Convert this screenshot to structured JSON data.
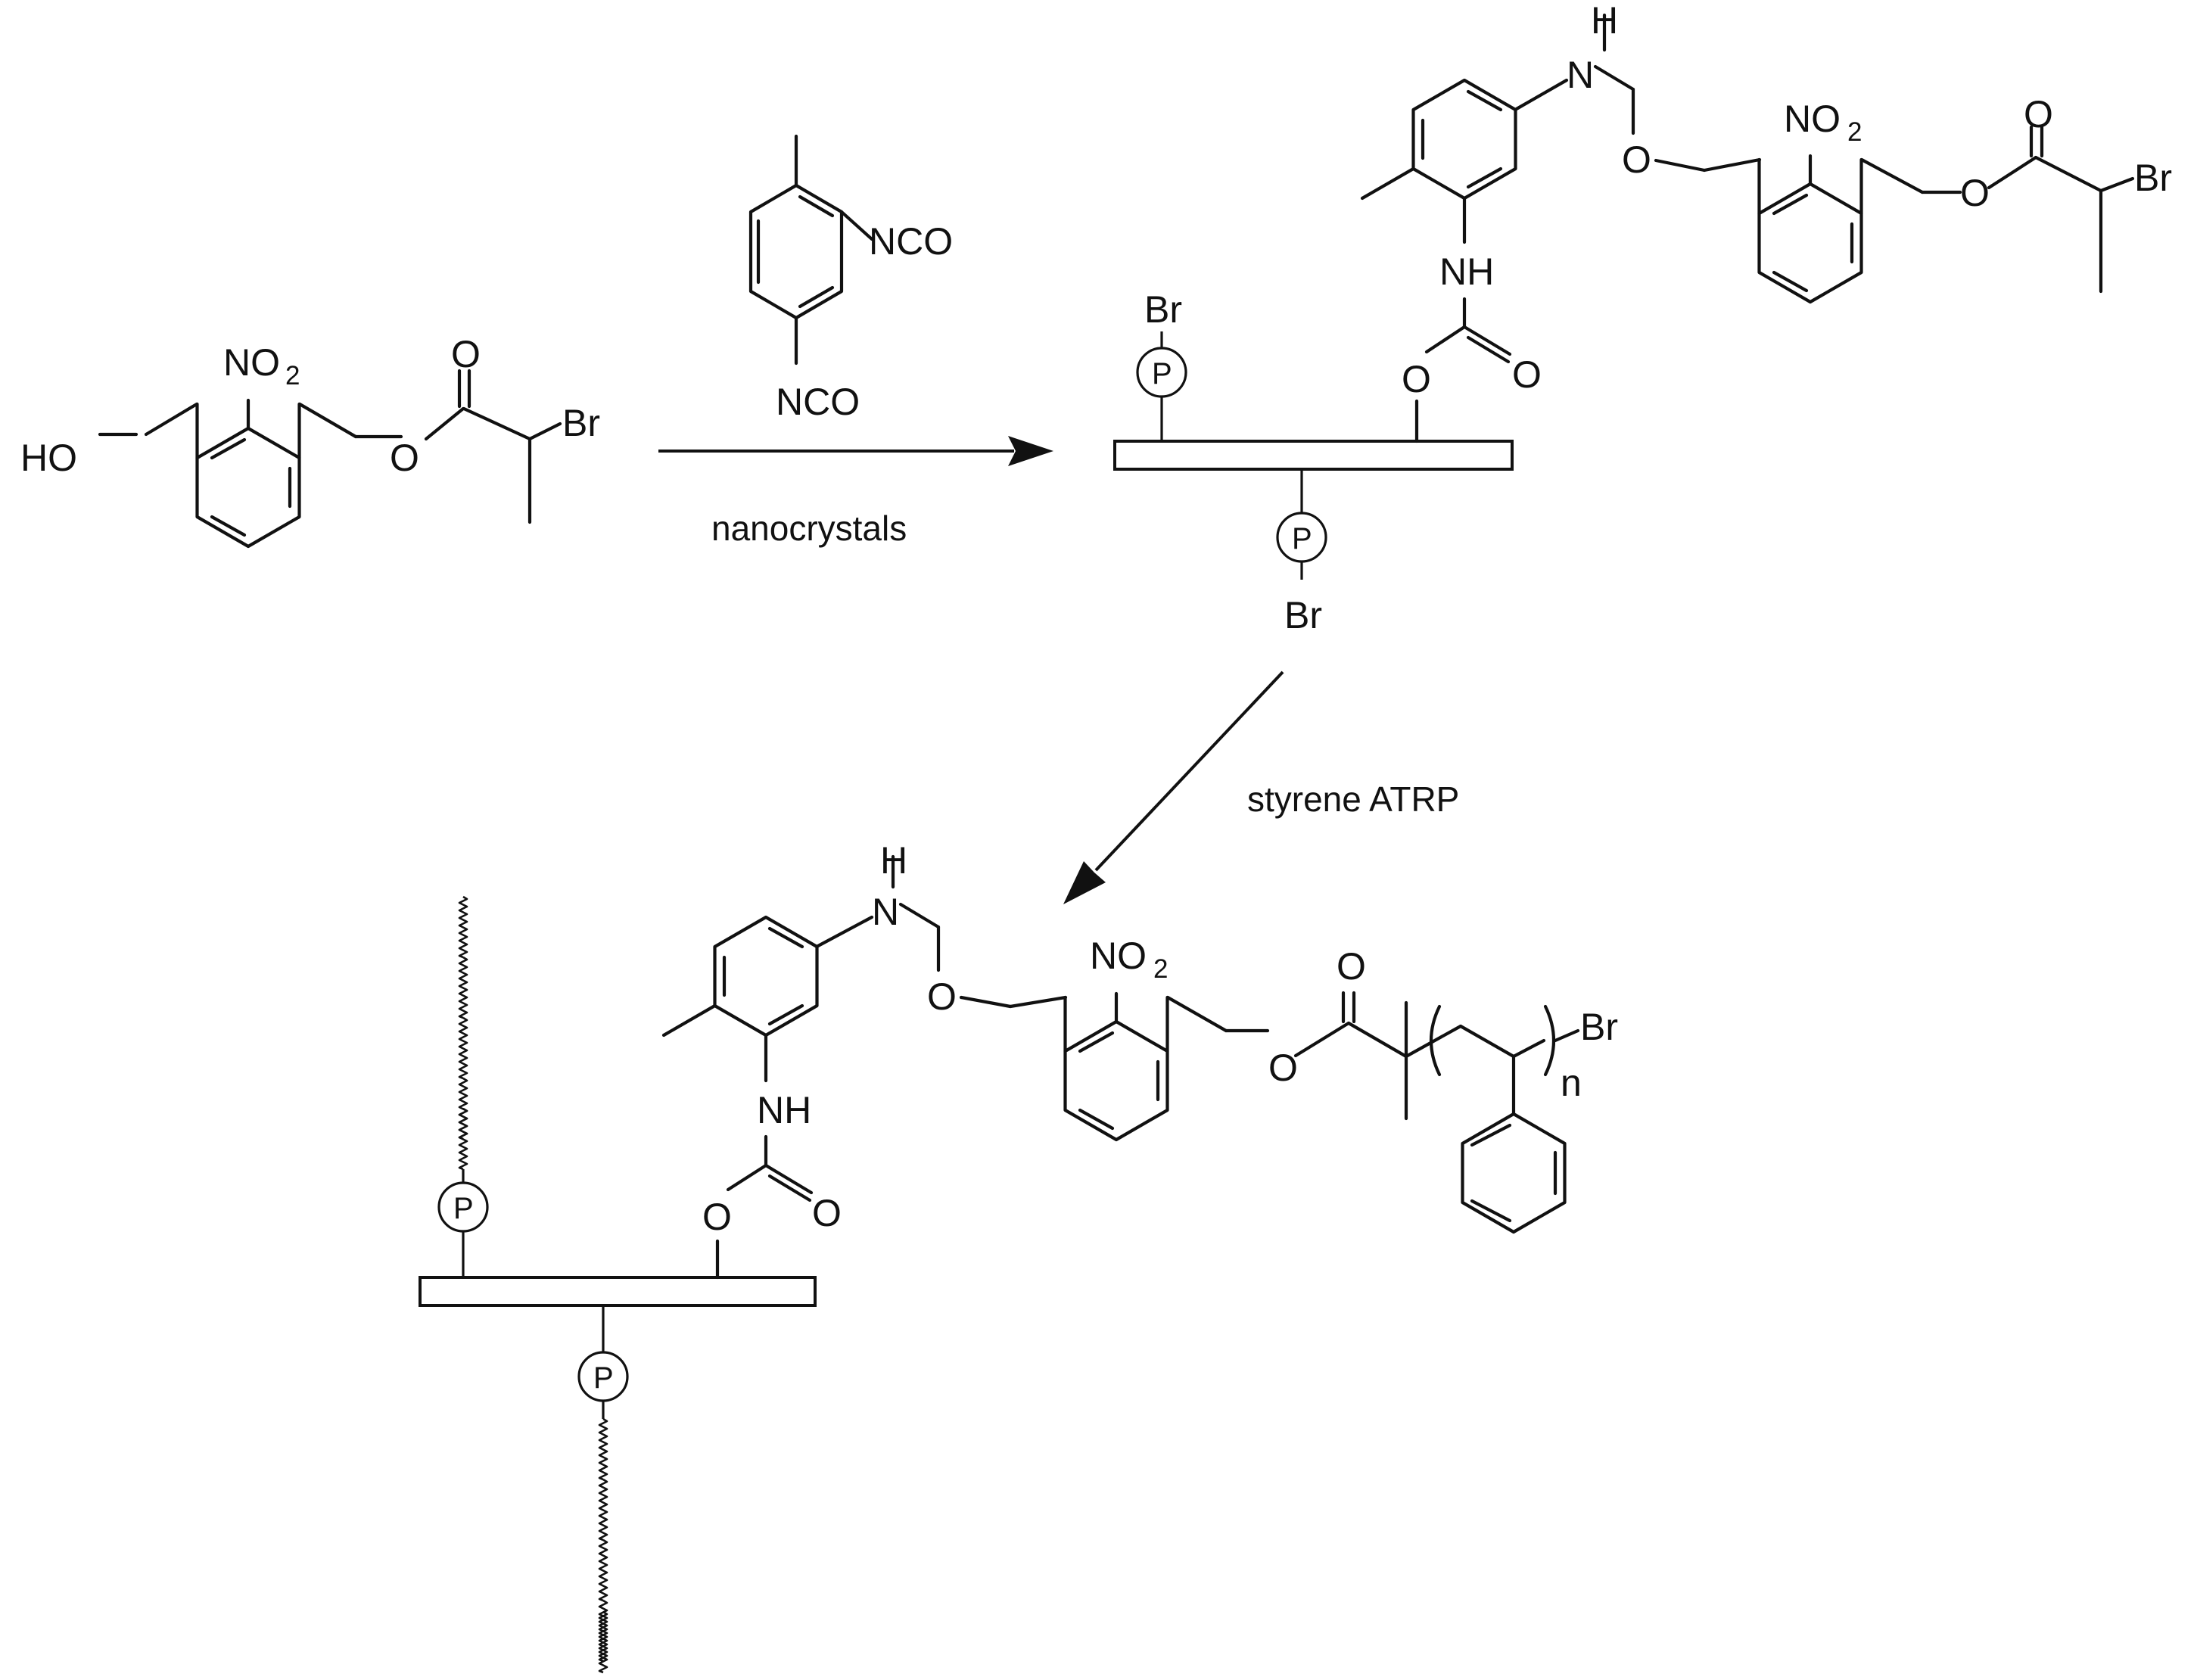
{
  "labels": {
    "HO": "HO",
    "NO": "NO",
    "sub2": "2",
    "O": "O",
    "Br": "Br",
    "NCO": "NCO",
    "H": "H",
    "N": "N",
    "NH": "NH",
    "P": "P",
    "n": "n"
  },
  "arrows": {
    "step1_reagent": "nanocrystals",
    "step2_reagent": "styrene ATRP"
  }
}
